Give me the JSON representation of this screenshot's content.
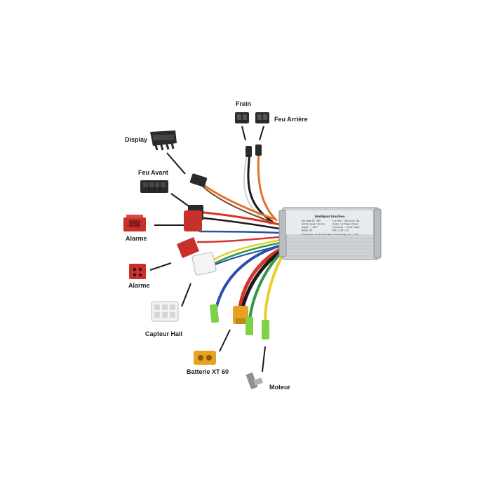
{
  "labels": {
    "frein": "Frein",
    "feu_arriere": "Feu Arrière",
    "display": "Display",
    "feu_avant": "Feu Avant",
    "alarme_1": "Alarme",
    "alarme_2": "Alarme",
    "capteur_hall": "Capteur Hall",
    "batterie": "Batterie XT 60",
    "moteur": "Moteur"
  },
  "controller": {
    "title": "Intelligent brushless",
    "specs_left": [
      "Voltage:DC 36V",
      "Rated power:Brush",
      "Angle : 120°",
      "Model:BY"
    ],
    "specs_right": [
      "Current limiting:15A",
      "Under-voltage:29±1V",
      "Function : Sine wave",
      "Date:2021.07"
    ],
    "maker": "Changzhou Liu Intelligent technology Co., LTD"
  },
  "colors": {
    "wire_red": "#d8342a",
    "wire_black": "#1a1a1a",
    "wire_orange": "#e2732a",
    "wire_blue": "#2a4fa8",
    "wire_green": "#2e9a45",
    "wire_yellow": "#e7cf2a",
    "wire_white": "#cfcfcf",
    "connector_red": "#c8302c",
    "connector_black": "#2a2a2a",
    "connector_green": "#7ed24a",
    "connector_xt60": "#e7a21f",
    "controller_body": "#cfd3d7"
  }
}
